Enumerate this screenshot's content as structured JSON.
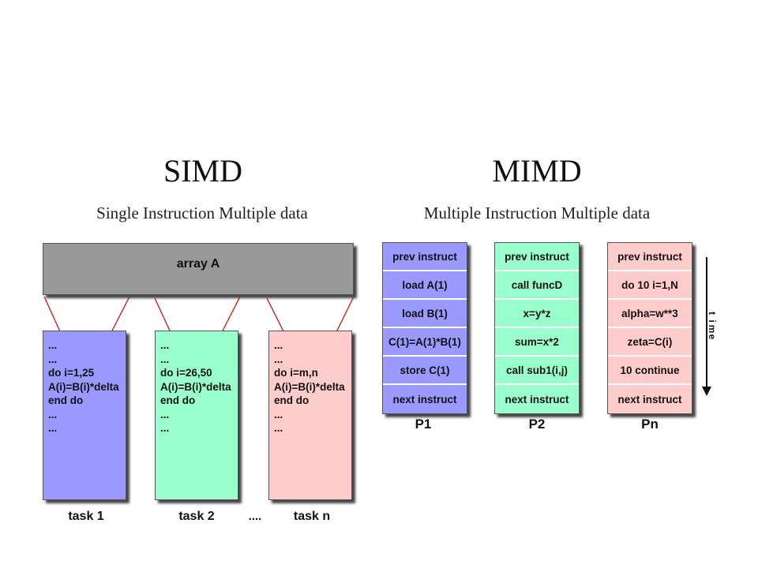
{
  "simd": {
    "title": "SIMD",
    "subtitle": "Single Instruction Multiple data",
    "array_label": "array A",
    "dots_between_tasks": "....",
    "tasks": [
      {
        "label": "task 1",
        "color": "#9999ff",
        "lines": [
          "...",
          "...",
          "do i=1,25",
          "A(i)=B(i)*delta",
          "end do",
          "...",
          "..."
        ]
      },
      {
        "label": "task 2",
        "color": "#99ffcc",
        "lines": [
          "...",
          "...",
          "do i=26,50",
          "A(i)=B(i)*delta",
          "end do",
          "...",
          "..."
        ]
      },
      {
        "label": "task n",
        "color": "#ffcccc",
        "lines": [
          "...",
          "...",
          "do i=m,n",
          "A(i)=B(i)*delta",
          "end do",
          "...",
          "..."
        ]
      }
    ],
    "connector_color": "#dd0000"
  },
  "mimd": {
    "title": "MIMD",
    "subtitle": "Multiple Instruction Multiple data",
    "time_label": "time",
    "processors": [
      {
        "label": "P1",
        "color": "#9999ff",
        "cells": [
          "prev instruct",
          "load A(1)",
          "load B(1)",
          "C(1)=A(1)*B(1)",
          "store C(1)",
          "next instruct"
        ]
      },
      {
        "label": "P2",
        "color": "#99ffcc",
        "cells": [
          "prev instruct",
          "call funcD",
          "x=y*z",
          "sum=x*2",
          "call sub1(i,j)",
          "next instruct"
        ]
      },
      {
        "label": "Pn",
        "color": "#ffcccc",
        "cells": [
          "prev instruct",
          "do 10 i=1,N",
          "alpha=w**3",
          "zeta=C(i)",
          "10 continue",
          "next instruct"
        ]
      }
    ]
  }
}
